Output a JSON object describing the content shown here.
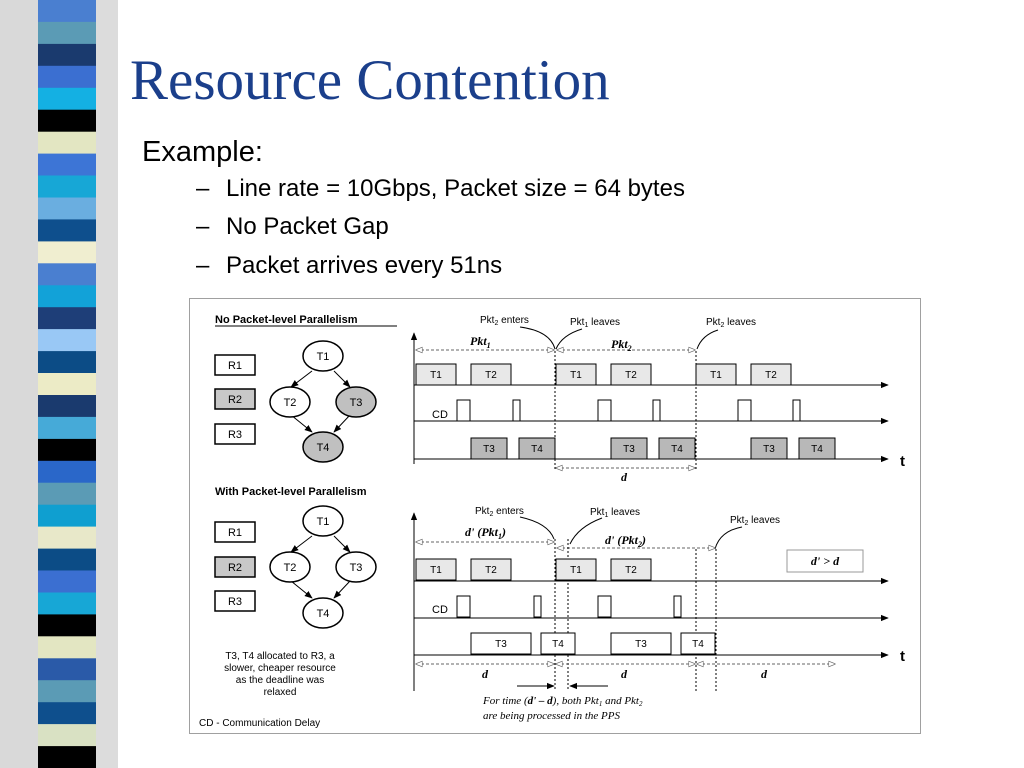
{
  "slide": {
    "title": "Resource Contention",
    "example_label": "Example:",
    "bullets": [
      "Line rate = 10Gbps, Packet size = 64 bytes",
      "No Packet Gap",
      "Packet arrives every 51ns"
    ],
    "bullet_dash": "–"
  },
  "diagram": {
    "top_panel": {
      "heading": "No Packet-level Parallelism",
      "resources": [
        "R1",
        "R2",
        "R3"
      ],
      "tasks": [
        "T1",
        "T2",
        "T3",
        "T4"
      ],
      "event_labels": {
        "pkt2_enters": "Pkt",
        "pkt1_leaves": "Pkt",
        "pkt2_leaves": "Pkt",
        "enters": " enters",
        "leaves": " leaves"
      },
      "packets": [
        "Pkt",
        "Pkt"
      ],
      "cd_label": "CD",
      "row1_blocks": [
        "T1",
        "T2",
        "T1",
        "T2",
        "T1",
        "T2"
      ],
      "row3_blocks": [
        "T3",
        "T4",
        "T3",
        "T4",
        "T3",
        "T4"
      ],
      "interval_label": "d",
      "time_label": "t"
    },
    "bottom_panel": {
      "heading": "With Packet-level Parallelism",
      "resources": [
        "R1",
        "R2",
        "R3"
      ],
      "tasks": [
        "T1",
        "T2",
        "T3",
        "T4"
      ],
      "packet_labels": [
        "d' (Pkt",
        "d' (Pkt"
      ],
      "comparison": "d' > d",
      "cd_label": "CD",
      "row1_blocks": [
        "T1",
        "T2",
        "T1",
        "T2"
      ],
      "row3_blocks": [
        "T3",
        "T4",
        "T3",
        "T4"
      ],
      "interval_labels": [
        "d",
        "d",
        "d"
      ],
      "time_label": "t",
      "note_lines": [
        "T3, T4 allocated to R3, a",
        "slower, cheaper resource",
        "as the deadline was",
        "relaxed"
      ],
      "caption_line1": [
        "For time (",
        "d' – d",
        "), both Pkt",
        " and Pkt"
      ],
      "caption_line2": "are being processed in the PPS"
    },
    "footer": "CD - Communication Delay"
  },
  "colors": {
    "title": "#1b3f8b",
    "resource_highlight": "#c8c8c8",
    "task_highlight": "#c0c0c0",
    "block_fill": "#e8e8e8",
    "block_dark": "#b8b8b8"
  }
}
